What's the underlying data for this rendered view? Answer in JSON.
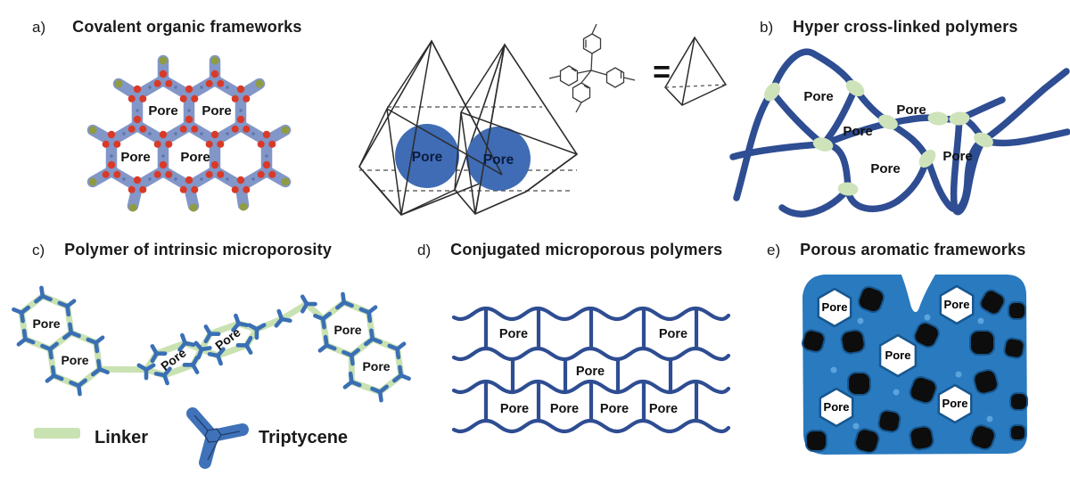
{
  "labels": {
    "pore": "Pore",
    "equals": "="
  },
  "panels": {
    "a": {
      "letter": "a)",
      "title": "Covalent organic frameworks"
    },
    "b": {
      "letter": "b)",
      "title": "Hyper cross-linked polymers"
    },
    "c": {
      "letter": "c)",
      "title": "Polymer of intrinsic microporosity"
    },
    "d": {
      "letter": "d)",
      "title": "Conjugated microporous polymers"
    },
    "e": {
      "letter": "e)",
      "title": "Porous aromatic frameworks"
    }
  },
  "legend": {
    "linker": "Linker",
    "triptycene": "Triptycene"
  },
  "colors": {
    "cof_blue": "#8296c8",
    "cof_dot_blue": "#5d75ad",
    "cof_red": "#d93a28",
    "cof_olive": "#8f9c42",
    "pore_sphere_blue": "#3f6cb4",
    "wireframe_black": "#2c2c2c",
    "chain_blue": "#2e4d92",
    "crosslink_green": "#cfe3bb",
    "linker_green": "#c9e2b2",
    "triptycene_blue": "#3f72b8",
    "paf_blue": "#2a7abf",
    "paf_shadow": "#0d0d0d",
    "text_black": "#1a1a1a"
  }
}
